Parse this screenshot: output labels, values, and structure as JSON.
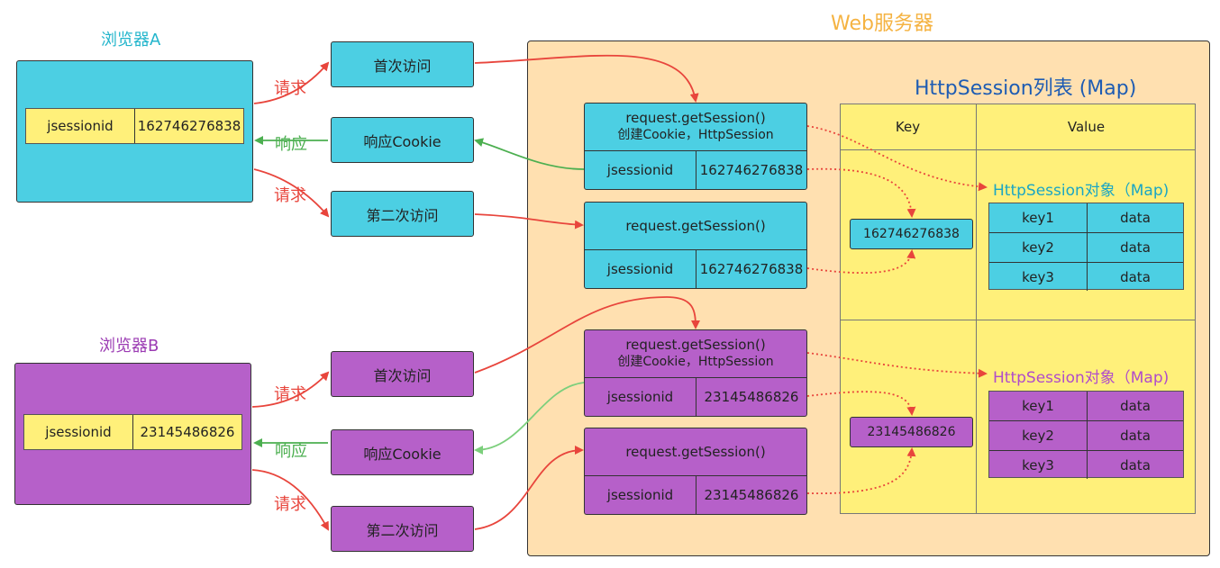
{
  "server": {
    "title": "Web服务器",
    "map_title": "HttpSession列表 (Map)",
    "key_header": "Key",
    "value_header": "Value"
  },
  "browser_a": {
    "title": "浏览器A",
    "cookie_name": "jsessionid",
    "cookie_value": "162746276838"
  },
  "browser_b": {
    "title": "浏览器B",
    "cookie_name": "jsessionid",
    "cookie_value": "23145486826"
  },
  "flow": {
    "request_label": "请求",
    "response_label": "响应",
    "first_visit": "首次访问",
    "response_cookie": "响应Cookie",
    "second_visit": "第二次访问"
  },
  "calls": {
    "get_session": "request.getSession()",
    "create_note": "创建Cookie，HttpSession",
    "jsessionid": "jsessionid"
  },
  "session_a": {
    "id": "162746276838",
    "object_title": "HttpSession对象（Map)",
    "entries": [
      {
        "key": "key1",
        "value": "data"
      },
      {
        "key": "key2",
        "value": "data"
      },
      {
        "key": "key3",
        "value": "data"
      }
    ]
  },
  "session_b": {
    "id": "23145486826",
    "object_title": "HttpSession对象（Map)",
    "entries": [
      {
        "key": "key1",
        "value": "data"
      },
      {
        "key": "key2",
        "value": "data"
      },
      {
        "key": "key3",
        "value": "data"
      }
    ]
  },
  "colors": {
    "cyan": "#4ccfe3",
    "purple": "#b660c9",
    "server_bg": "#ffe0b0",
    "map_bg": "#fff07a",
    "request": "#e8453c",
    "response": "#4caf50",
    "title_orange": "#f5b342",
    "title_blue": "#1e5cb3"
  }
}
